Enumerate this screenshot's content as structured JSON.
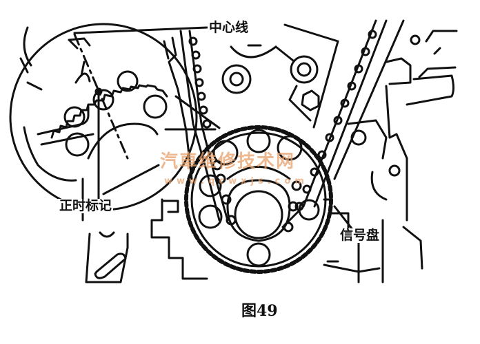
{
  "figure": {
    "caption": "图49",
    "labels": {
      "centerline": "中心线",
      "timing_mark": "正时标记",
      "signal_disc": "信号盘"
    },
    "watermark": {
      "text": "汽車维修技术网",
      "url": "www.qcwxjs.com",
      "color": "#e8a06a"
    },
    "colors": {
      "line": "#111111",
      "background": "#ffffff"
    }
  }
}
